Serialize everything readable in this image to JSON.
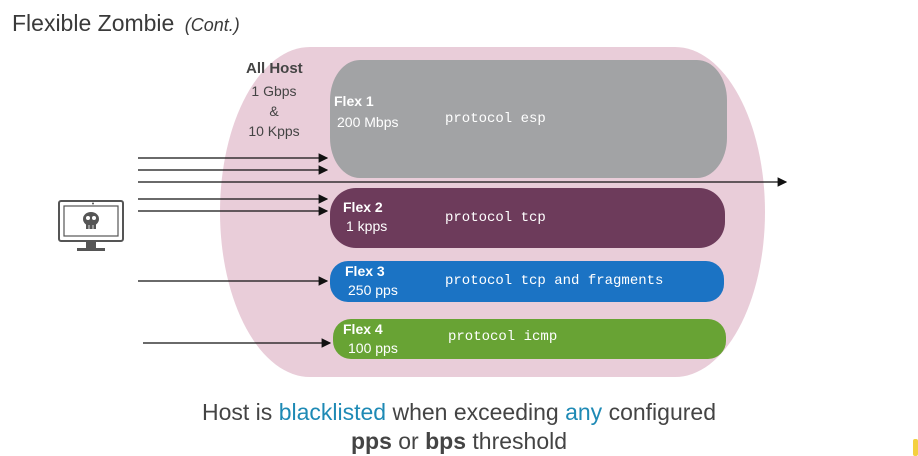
{
  "title": {
    "main": "Flexible Zombie",
    "sub": "(Cont.)"
  },
  "all_host": {
    "title": "All Host",
    "lines": [
      "1 Gbps",
      "&",
      "10 Kpps"
    ]
  },
  "flex": [
    {
      "name": "Flex 1",
      "rate": "200 Mbps",
      "protocol": "protocol esp",
      "color": "#a2a3a5"
    },
    {
      "name": "Flex 2",
      "rate": "1 kpps",
      "protocol": "protocol tcp",
      "color": "#6d3b5b"
    },
    {
      "name": "Flex 3",
      "rate": "250 pps",
      "protocol": "protocol tcp and fragments",
      "color": "#1b73c4"
    },
    {
      "name": "Flex 4",
      "rate": "100 pps",
      "protocol": "protocol icmp",
      "color": "#68a334"
    }
  ],
  "icons": {
    "attacker": "monitor-skull-icon"
  },
  "conclusion": {
    "line1": [
      "Host is ",
      "blacklisted",
      " when exceeding ",
      "any",
      " configured"
    ],
    "line2": [
      "pps",
      " or ",
      "bps",
      " threshold"
    ]
  },
  "colors": {
    "host_background": "#e9cdd9",
    "highlight": "#1e8ab5"
  }
}
